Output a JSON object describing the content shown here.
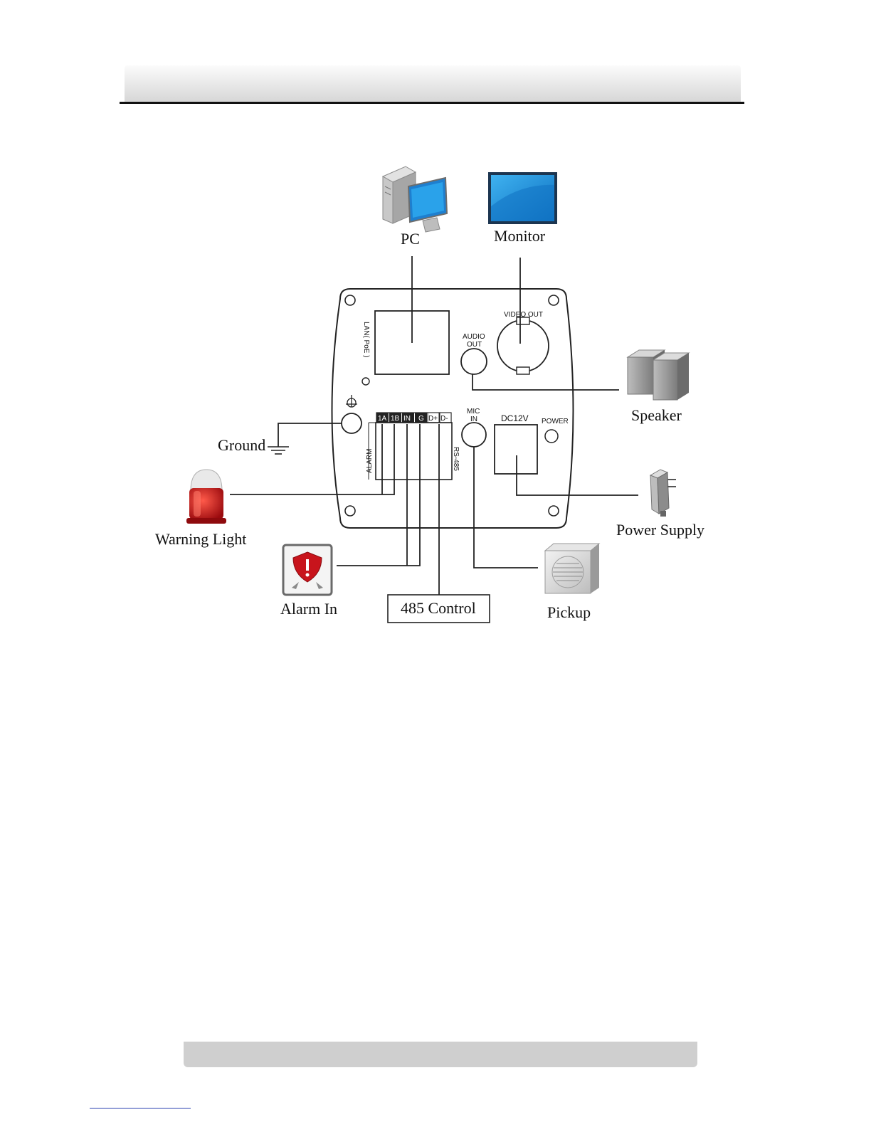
{
  "labels": {
    "pc": "PC",
    "monitor": "Monitor",
    "speaker": "Speaker",
    "ground": "Ground",
    "warning_light": "Warning Light",
    "alarm_in": "Alarm In",
    "control_485": "485 Control",
    "pickup": "Pickup",
    "power_supply": "Power Supply"
  },
  "panel": {
    "lan": "LAN( PoE )",
    "audio_out_1": "AUDIO",
    "audio_out_2": "OUT",
    "video_out": "VIDEO OUT",
    "mic_in_1": "MIC",
    "mic_in_2": "IN",
    "dc12v": "DC12V",
    "power": "POWER",
    "alarm": "ALARM",
    "rs485": "RS-485",
    "terminals": [
      "1A",
      "1B",
      "IN",
      "G",
      "D+",
      "D-"
    ]
  },
  "colors": {
    "monitor_blue": "#1f8fd8",
    "warning_red": "#c0141a",
    "alarm_red": "#c8141c"
  }
}
